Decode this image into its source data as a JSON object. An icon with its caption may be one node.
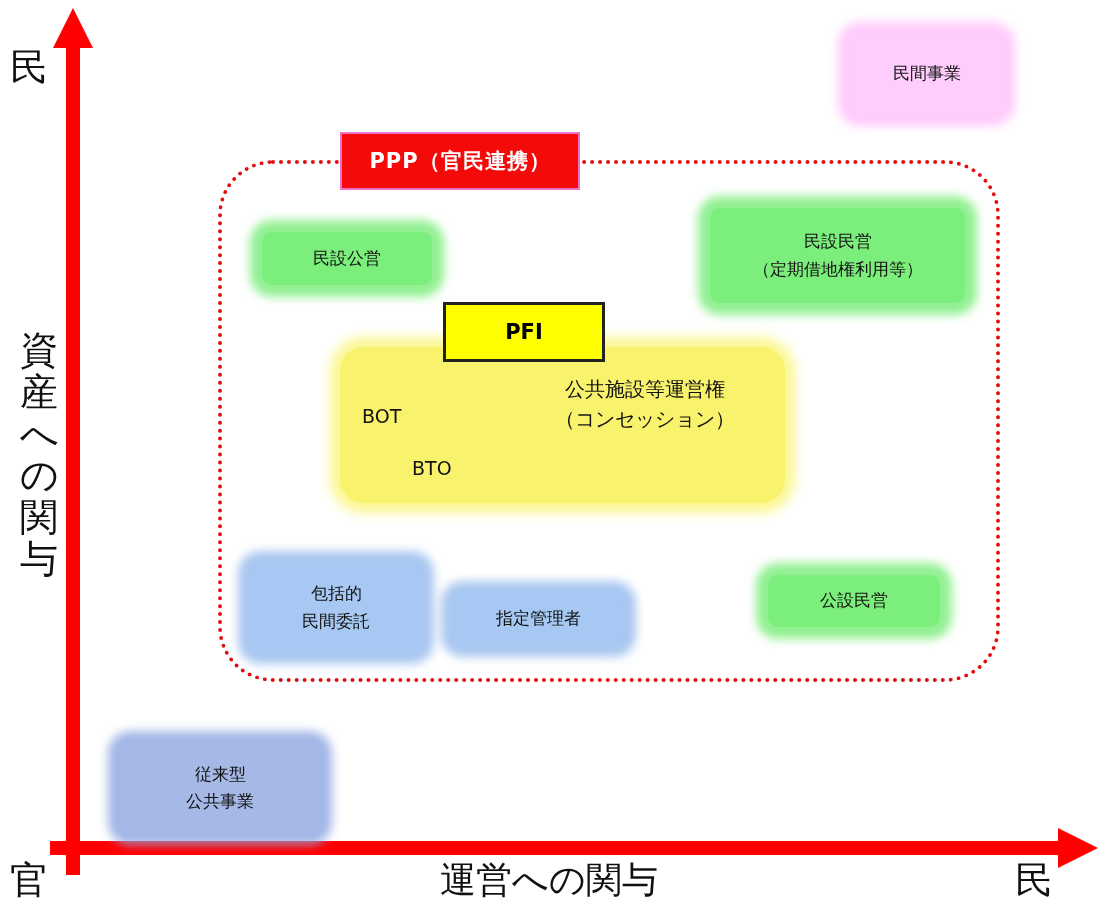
{
  "diagram": {
    "nodes": [
      {
        "text": [
          "PPP（官民連携）"
        ]
      },
      {
        "text": [
          "民設公営"
        ],
        "in": 0
      },
      {
        "text": [
          "民設民営（定期借地権利用等）"
        ],
        "in": 0
      },
      {
        "text": [
          "PFI",
          "BOT",
          "BTO",
          "公共施設等運営権（コンセッション）"
        ],
        "in": 0
      },
      {
        "text": [
          "包括的民間委託"
        ],
        "in": 0
      },
      {
        "text": [
          "指定管理者"
        ],
        "in": 0
      },
      {
        "text": [
          "公設民営"
        ],
        "in": 0
      },
      {
        "text": [
          "民間事業"
        ]
      },
      {
        "text": [
          "従来型公共事業"
        ]
      }
    ],
    "labels": [
      "民",
      "資産への関与",
      "官",
      "運営への関与",
      "民"
    ]
  }
}
